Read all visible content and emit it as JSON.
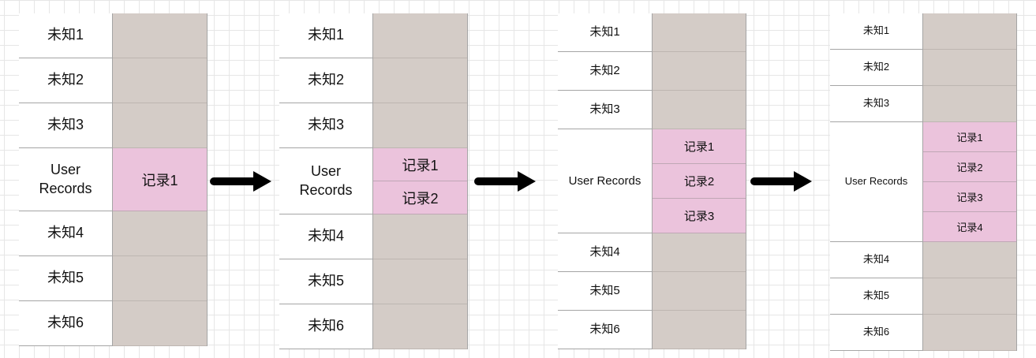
{
  "diagrams": [
    {
      "left": [
        "未知1",
        "未知2",
        "未知3",
        "User Records",
        "未知4",
        "未知5",
        "未知6"
      ],
      "records": [
        "记录1"
      ],
      "after": [
        "未知4",
        "未知5",
        "未知6"
      ]
    },
    {
      "left": [
        "未知1",
        "未知2",
        "未知3",
        "User Records",
        "未知4",
        "未知5",
        "未知6"
      ],
      "records": [
        "记录1",
        "记录2"
      ],
      "after": [
        "未知4",
        "未知5",
        "未知6"
      ]
    },
    {
      "left": [
        "未知1",
        "未知2",
        "未知3",
        "User Records",
        "未知4",
        "未知5",
        "未知6"
      ],
      "records": [
        "记录1",
        "记录2",
        "记录3"
      ],
      "after": [
        "未知4",
        "未知5",
        "未知6"
      ]
    },
    {
      "left": [
        "未知1",
        "未知2",
        "未知3",
        "User Records",
        "未知4",
        "未知5",
        "未知6"
      ],
      "records": [
        "记录1",
        "记录2",
        "记录3",
        "记录4"
      ],
      "after": [
        "未知4",
        "未知5",
        "未知6"
      ]
    }
  ],
  "colors": {
    "unknown_block": "#d4ccc7",
    "record_block": "#ebc3dc",
    "arrow": "#000000",
    "grid": "#e6e6e6"
  },
  "icons": {
    "arrow": "right-arrow-icon"
  }
}
